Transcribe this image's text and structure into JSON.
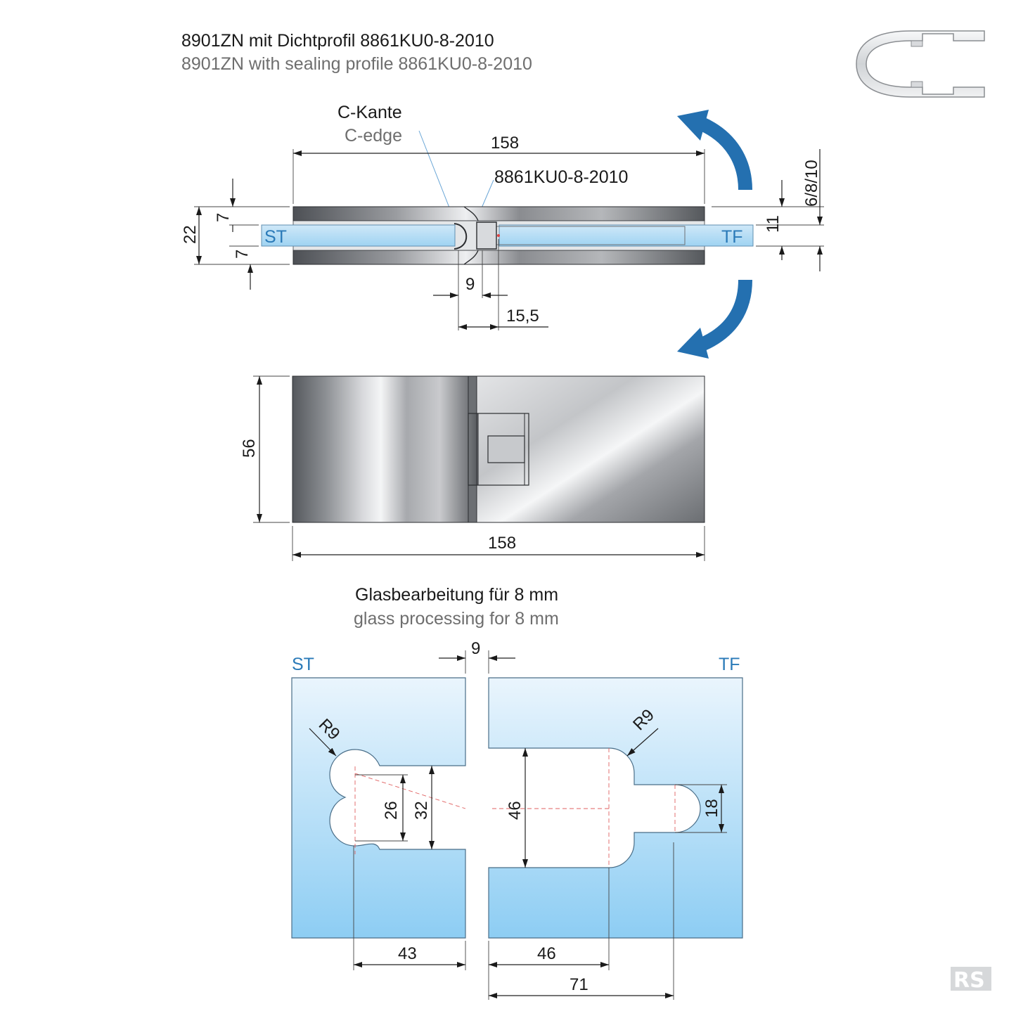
{
  "title": {
    "de": "8901ZN mit Dichtprofil 8861KU0-8-2010",
    "en": "8901ZN with sealing profile 8861KU0-8-2010"
  },
  "section_view": {
    "c_edge_label": {
      "de": "C-Kante",
      "en": "C-edge"
    },
    "profile_code": "8861KU0-8-2010",
    "length": "158",
    "total_height": "22",
    "upper_offset": "7",
    "lower_offset": "7",
    "gap_dim": "9",
    "seal_dim": "15,5",
    "right_height": "11",
    "glass_thickness": "6/8/10",
    "st_label": "ST",
    "tf_label": "TF"
  },
  "front_view": {
    "height": "56",
    "length": "158"
  },
  "glass_processing": {
    "title": {
      "de": "Glasbearbeitung für 8 mm",
      "en": "glass processing for 8 mm"
    },
    "gap": "9",
    "st": {
      "label": "ST",
      "radius": "R9",
      "inner_height": "26",
      "slot_height": "32",
      "depth": "43"
    },
    "tf": {
      "label": "TF",
      "radius": "R9",
      "slot_height": "46",
      "tab_height": "18",
      "depth_a": "46",
      "depth_b": "71"
    }
  },
  "colors": {
    "arrow_blue": "#2470b0",
    "glass_top": "#e6f3fc",
    "glass_bottom": "#8fcdf2",
    "label_blue": "#2a7ab8",
    "metal_dark": "#4a4d52",
    "metal_light": "#f2f3f5"
  },
  "logo_text": "RS"
}
